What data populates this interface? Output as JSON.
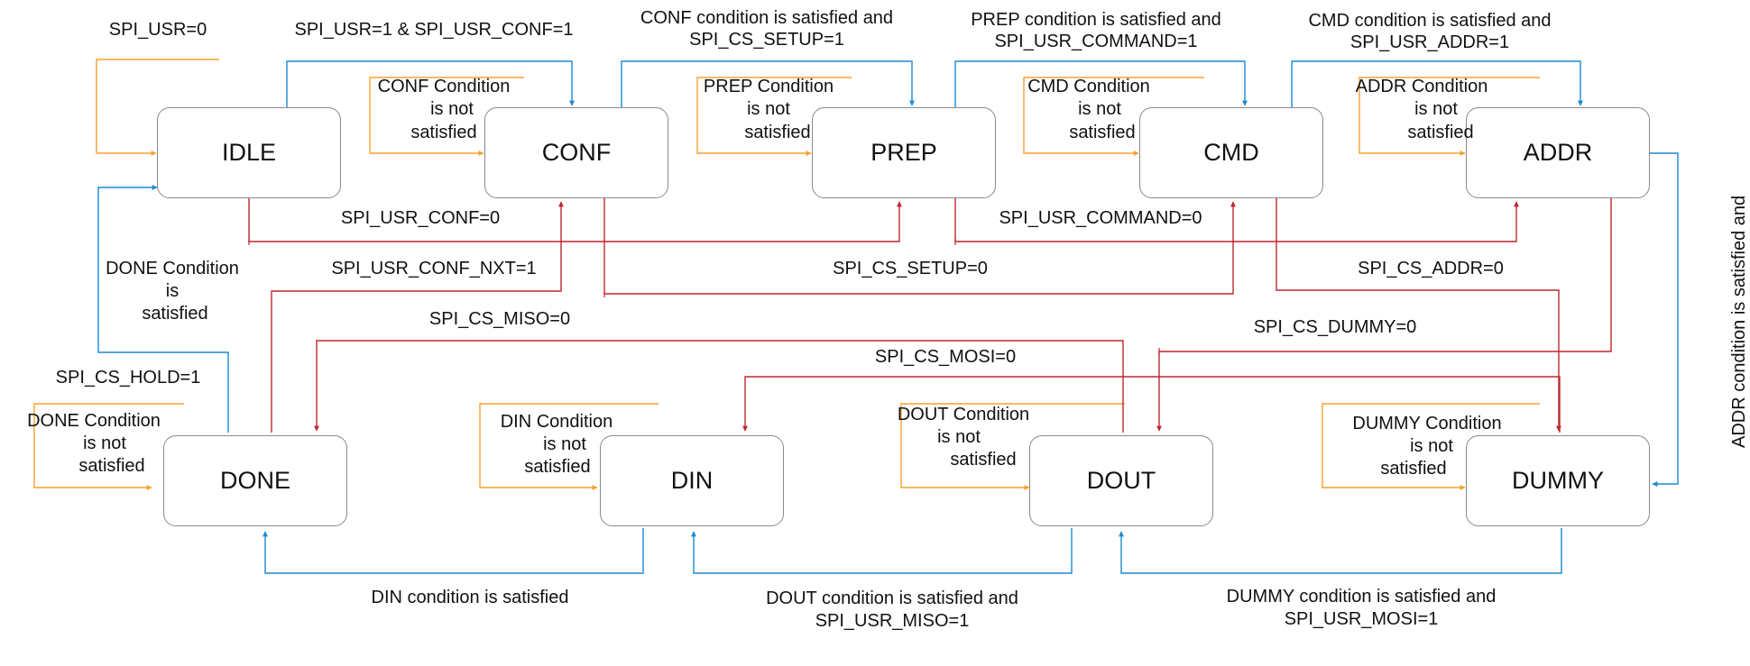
{
  "states": {
    "idle": "IDLE",
    "conf": "CONF",
    "prep": "PREP",
    "cmd": "CMD",
    "addr": "ADDR",
    "done": "DONE",
    "din": "DIN",
    "dout": "DOUT",
    "dummy": "DUMMY"
  },
  "labels": {
    "spi_usr_0": "SPI_USR=0",
    "usr_conf_1": "SPI_USR=1 & SPI_USR_CONF=1",
    "conf_sat_1": "CONF condition is satisfied and",
    "conf_sat_2": "SPI_CS_SETUP=1",
    "prep_sat_1": "PREP condition is satisfied and",
    "prep_sat_2": "SPI_USR_COMMAND=1",
    "cmd_sat_1": "CMD condition is satisfied and",
    "cmd_sat_2": "SPI_USR_ADDR=1",
    "conf_not_1": "CONF Condition",
    "conf_not_2": "is not",
    "conf_not_3": "satisfied",
    "prep_not_1": "PREP Condition",
    "prep_not_2": "is not",
    "prep_not_3": "satisfied",
    "cmd_not_1": "CMD Condition",
    "cmd_not_2": "is not",
    "cmd_not_3": "satisfied",
    "addr_not_1": "ADDR Condition",
    "addr_not_2": "is not",
    "addr_not_3": "satisfied",
    "usr_conf_0": "SPI_USR_CONF=0",
    "usr_command_0": "SPI_USR_COMMAND=0",
    "done_sat_1": "DONE Condition",
    "done_sat_2": "is",
    "done_sat_3": "satisfied",
    "usr_conf_nxt_1": "SPI_USR_CONF_NXT=1",
    "cs_setup_0": "SPI_CS_SETUP=0",
    "cs_addr_0": "SPI_CS_ADDR=0",
    "cs_miso_0": "SPI_CS_MISO=0",
    "cs_dummy_0": "SPI_CS_DUMMY=0",
    "cs_mosi_0": "SPI_CS_MOSI=0",
    "cs_hold_1": "SPI_CS_HOLD=1",
    "done_not_1": "DONE Condition",
    "done_not_2": "is not",
    "done_not_3": "satisfied",
    "din_not_1": "DIN Condition",
    "din_not_2": "is not",
    "din_not_3": "satisfied",
    "dout_not_1": "DOUT Condition",
    "dout_not_2": "is not",
    "dout_not_3": "satisfied",
    "dummy_not_1": "DUMMY Condition",
    "dummy_not_2": "is not",
    "dummy_not_3": "satisfied",
    "addr_sat_vertical": "ADDR condition is satisfied and",
    "din_sat": "DIN condition is satisfied",
    "dout_sat_1": "DOUT condition is satisfied and",
    "dout_sat_2": "SPI_USR_MISO=1",
    "dummy_sat_1": "DUMMY condition is satisfied and",
    "dummy_sat_2": "SPI_USR_MOSI=1"
  },
  "colors": {
    "self_loop": "#f7a12f",
    "forward": "#1a8ad4",
    "skip": "#c0272d",
    "border": "#8a8a8a"
  }
}
